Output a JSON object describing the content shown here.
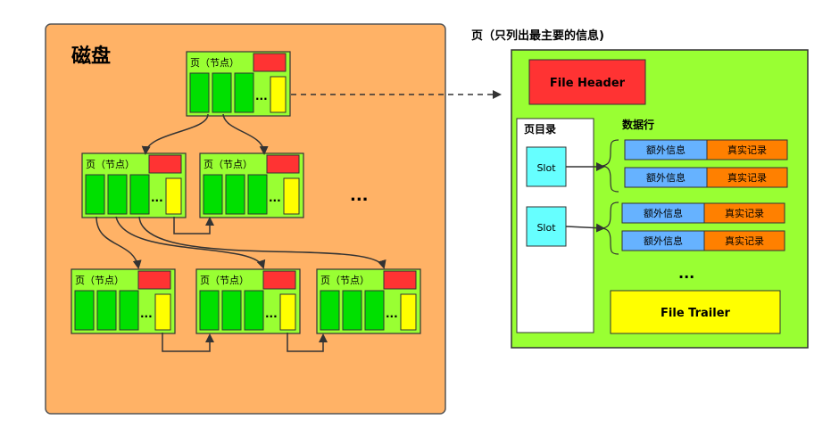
{
  "disk": {
    "title": "磁盘"
  },
  "page_node_label": "页（节点）",
  "ellipsis": "...",
  "page_detail": {
    "caption": "页（只列出最主要的信息)",
    "file_header": "File Header",
    "file_trailer": "File Trailer",
    "page_directory": "页目录",
    "slot": "Slot",
    "data_rows_title": "数据行",
    "extra_info": "额外信息",
    "real_record": "真实记录"
  },
  "colors": {
    "disk_bg": "#FFB266",
    "page_bg": "#99FF33",
    "header_red": "#FF3333",
    "record_green": "#00E000",
    "pointer_yellow": "#FFFF00",
    "slot_cyan": "#66FFFF",
    "extra_blue": "#66B2FF",
    "real_orange": "#FF8000"
  }
}
